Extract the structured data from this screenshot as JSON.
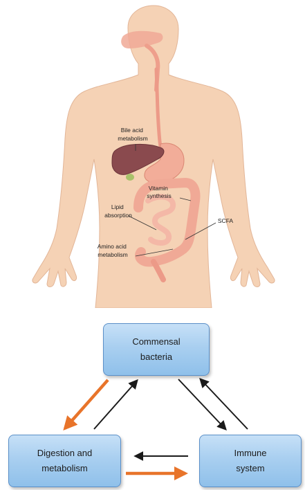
{
  "body_labels": {
    "bile": [
      "Bile acid",
      "metabolism"
    ],
    "vitamin": [
      "Vitamin",
      "synthesis"
    ],
    "lipid": [
      "Lipid",
      "absorption"
    ],
    "scfa": [
      "SCFA"
    ],
    "amino": [
      "Amino acid",
      "metabolism"
    ]
  },
  "nodes": {
    "commensal": [
      "Commensal",
      "bacteria"
    ],
    "digestion": [
      "Digestion and",
      "metabolism"
    ],
    "immune": [
      "Immune",
      "system"
    ]
  },
  "colors": {
    "skin": "#f5d2b5",
    "skin_shade": "#e9b899",
    "gut": "#f0a996",
    "liver": "#8a4a4e",
    "box_border": "#5a8fc8",
    "box_fill": "#a9cff0",
    "arrow_black": "#1a1a1a",
    "arrow_orange": "#e8742a"
  }
}
